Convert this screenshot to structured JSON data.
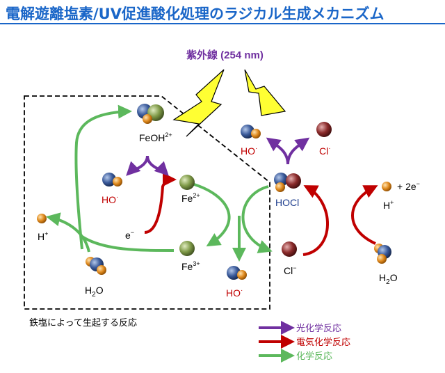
{
  "title": "電解遊離塩素/UV促進酸化処理のラジカル生成メカニズム",
  "uv": {
    "label": "紫外線 (254 nm)"
  },
  "species": {
    "feoh": "FeOH",
    "feoh_charge": "2+",
    "ho_top": "HO",
    "cl_top": "Cl",
    "ho_left": "HO",
    "fe2": "Fe",
    "fe2_charge": "2+",
    "hocl": "HOCl",
    "h_plus_left": "H",
    "e_minus": "e",
    "fe3": "Fe",
    "fe3_charge": "3+",
    "cl_minus": "Cl",
    "h2o_left": "H",
    "h2o_left_sub": "2",
    "h2o_left_o": "O",
    "ho_bottom": "HO",
    "h_plus_right": "H",
    "two_e": "+ 2e",
    "h2o_right": "H",
    "h2o_right_sub": "2",
    "h2o_right_o": "O",
    "radical_dot": "·",
    "plus": "+",
    "minus": "−"
  },
  "box_label": "鉄塩によって生起する反応",
  "legend": [
    {
      "label": "光化学反応",
      "color": "#7030a0"
    },
    {
      "label": "電気化学反応",
      "color": "#c00000"
    },
    {
      "label": "化学反応",
      "color": "#5cb85c"
    }
  ],
  "colors": {
    "title": "#1a66c8",
    "purple": "#7030a0",
    "red": "#c00000",
    "green": "#5cb85c",
    "lightning": "#ffff33"
  }
}
